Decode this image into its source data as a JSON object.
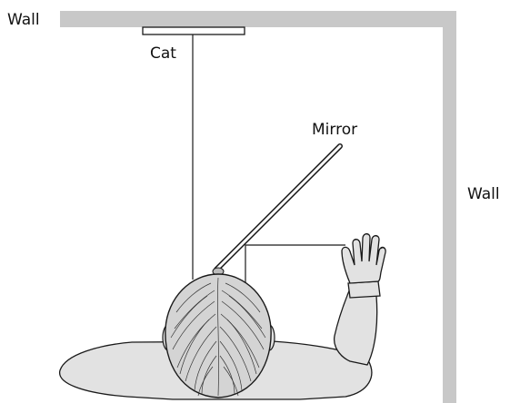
{
  "labels": {
    "wall_top": "Wall",
    "wall_right": "Wall",
    "cat": "Cat",
    "mirror": "Mirror"
  },
  "colors": {
    "wall": "#c8c8c8",
    "skin": "#e2e2e2",
    "hair_fill": "#d4d4d4",
    "outline": "#1a1a1a"
  }
}
